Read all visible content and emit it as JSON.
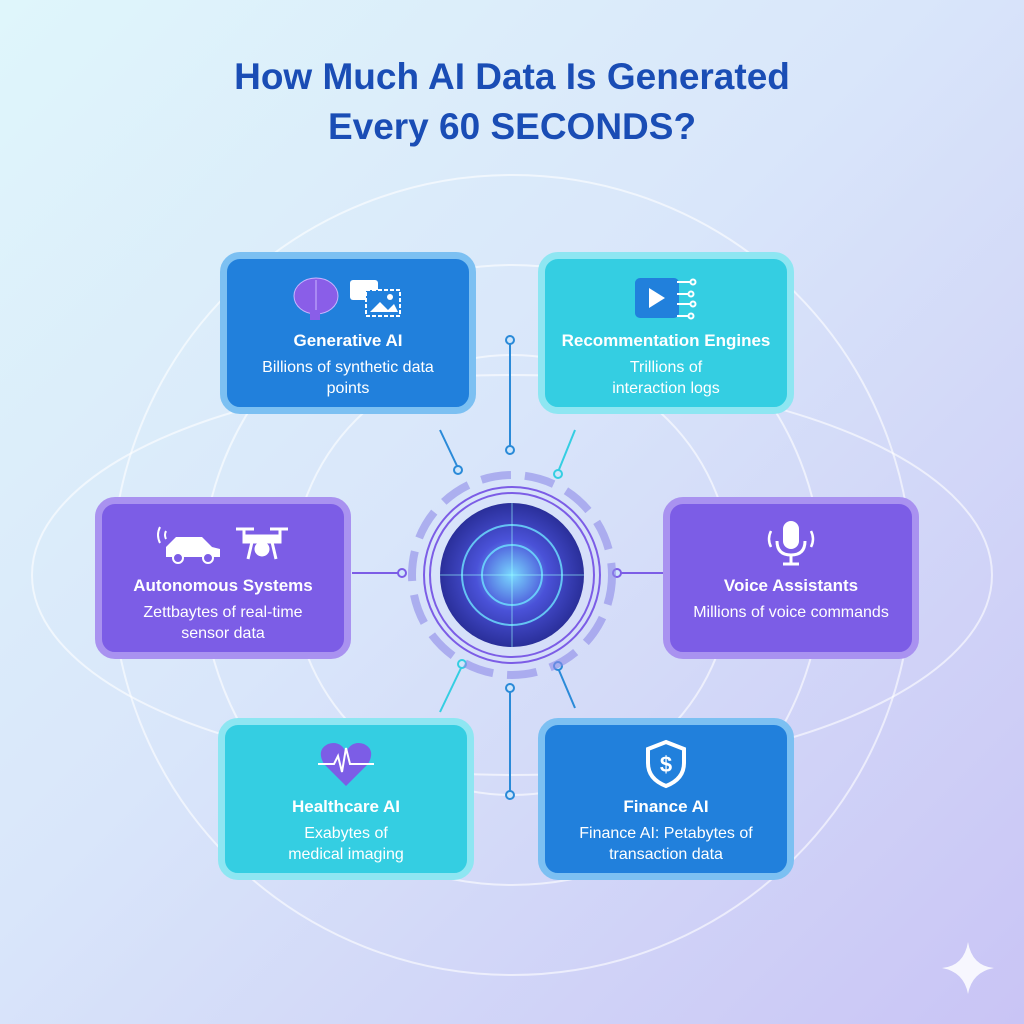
{
  "title": {
    "line1": "How Much AI Data Is Generated",
    "line2": "Every 60 SECONDS?"
  },
  "cards": [
    {
      "title": "Generative AI",
      "desc": "Billions of synthetic data points",
      "icons": [
        "brain-icon",
        "image-chat-icon"
      ],
      "color": "#2180dc"
    },
    {
      "title": "Recommentation Engines",
      "desc": "Trillions of interaction logs",
      "icons": [
        "play-network-icon"
      ],
      "color": "#34cee2"
    },
    {
      "title": "Autonomous Systems",
      "desc": "Zettbaytes of real-time sensor data",
      "icons": [
        "car-icon",
        "drone-icon"
      ],
      "color": "#7c5de6"
    },
    {
      "title": "Voice Assistants",
      "desc": "Millions of voice commands",
      "icons": [
        "microphone-icon"
      ],
      "color": "#7c5de6"
    },
    {
      "title": "Healthcare AI",
      "desc": "Exabytes of medical imaging",
      "icons": [
        "heart-pulse-icon"
      ],
      "color": "#34cee2"
    },
    {
      "title": "Finance AI",
      "desc": "Finance AI: Petabytes of transaction data",
      "icons": [
        "shield-dollar-icon"
      ],
      "color": "#2180dc"
    }
  ]
}
